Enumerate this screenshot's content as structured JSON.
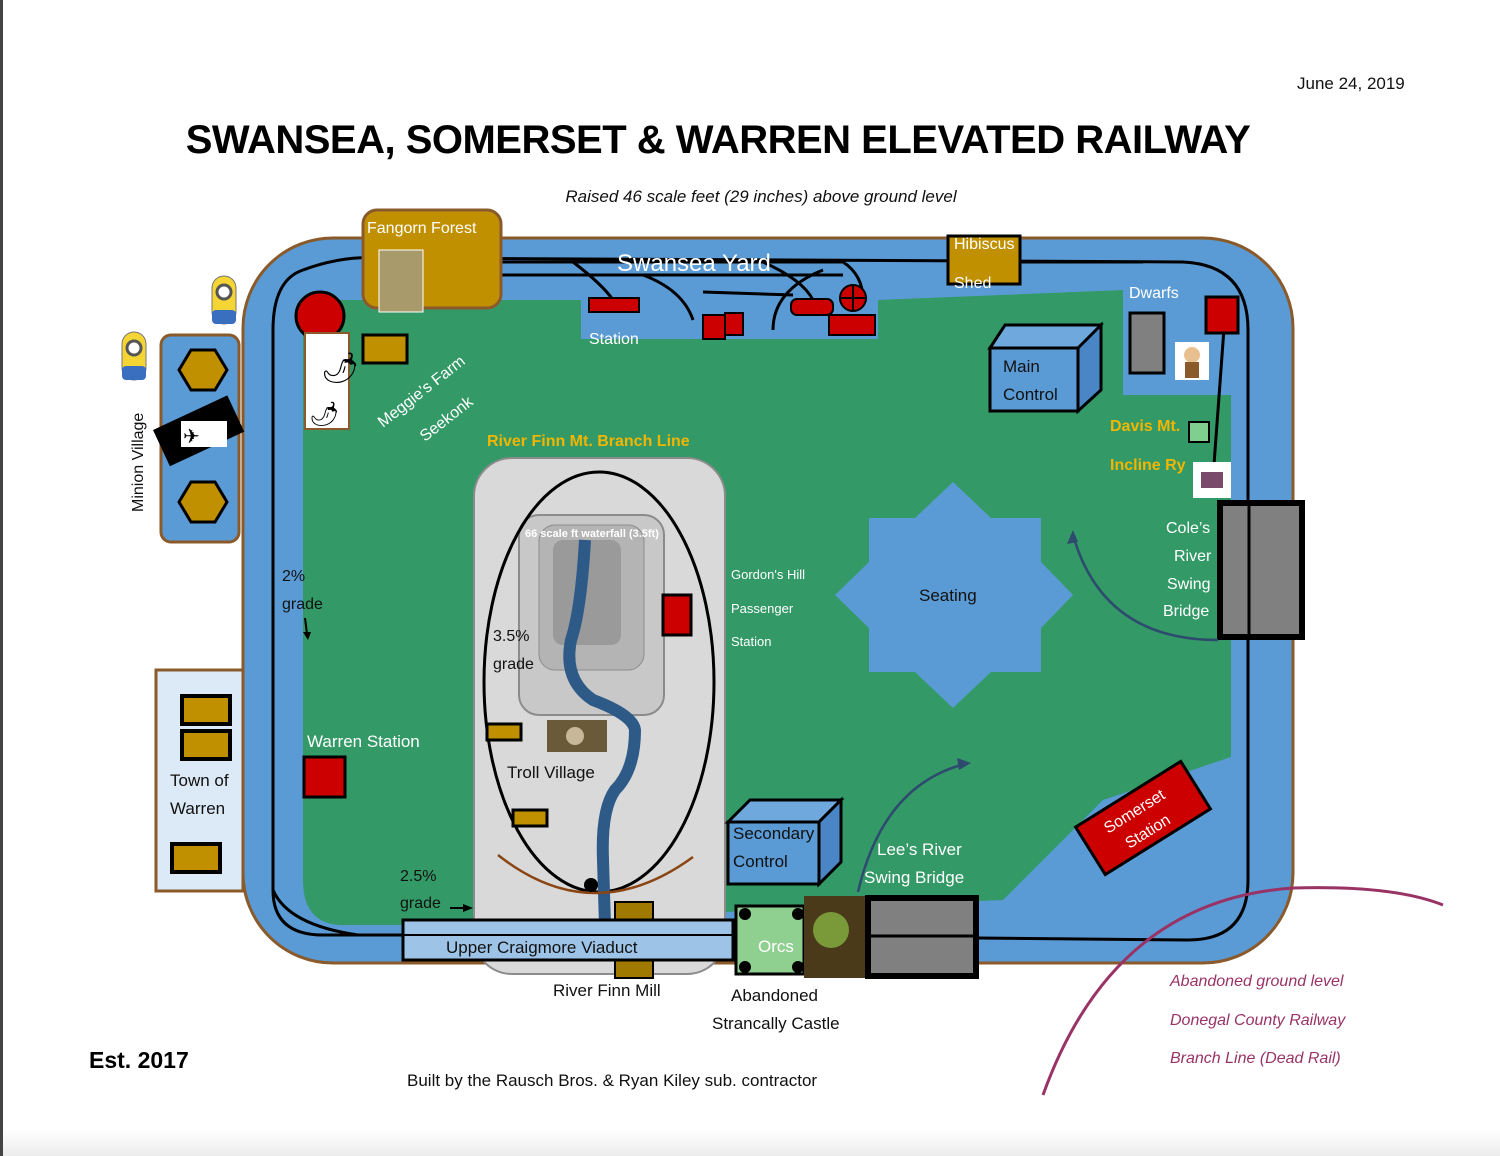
{
  "header": {
    "date": "June 24, 2019",
    "title": "SWANSEA, SOMERSET & WARREN ELEVATED RAILWAY",
    "subtitle": "Raised 46 scale feet (29 inches) above ground level"
  },
  "footer": {
    "established": "Est. 2017",
    "credit": "Built by the Rausch Bros. & Ryan Kiley sub. contractor"
  },
  "labels": {
    "fangorn_forest": "Fangorn Forest",
    "swansea_yard": "Swansea Yard",
    "hibiscus_shed_1": "Hibiscus",
    "hibiscus_shed_2": "Shed",
    "station": "Station",
    "dwarfs": "Dwarfs",
    "main_control_1": "Main",
    "main_control_2": "Control",
    "davis_mt": "Davis Mt.",
    "incline_ry": "Incline Ry",
    "meggies_farm": "Meggie’s Farm",
    "seekonk": "Seekonk",
    "minion_village": "Minion Village",
    "branch_line": "River Finn Mt. Branch Line",
    "waterfall": "66 scale ft waterfall (3.5ft)",
    "gordons_hill_1": "Gordon's Hill",
    "gordons_hill_2": "Passenger",
    "gordons_hill_3": "Station",
    "seating": "Seating",
    "coles_1": "Cole’s",
    "coles_2": "River",
    "coles_3": "Swing",
    "coles_4": "Bridge",
    "grade_2_num": "2%",
    "grade_2_word": "grade",
    "grade_35_num": "3.5%",
    "grade_35_word": "grade",
    "warren_station": "Warren Station",
    "troll_village": "Troll Village",
    "town_of_warren_1": "Town of",
    "town_of_warren_2": "Warren",
    "secondary_control_1": "Secondary",
    "secondary_control_2": "Control",
    "lees_bridge_1": "Lee’s River",
    "lees_bridge_2": "Swing Bridge",
    "somerset_station_1": "Somerset",
    "somerset_station_2": "Station",
    "grade_25_num": "2.5%",
    "grade_25_word": "grade",
    "viaduct": "Upper Craigmore Viaduct",
    "orcs": "Orcs",
    "river_finn_mill": "River Finn Mill",
    "abandoned_castle_1": "Abandoned",
    "abandoned_castle_2": "Strancally Castle",
    "dead_rail_1": "Abandoned ground level",
    "dead_rail_2": "Donegal County Railway",
    "dead_rail_3": "Branch Line  (Dead Rail)"
  },
  "colors": {
    "water_blue": "#5b9bd5",
    "border_brown": "#8b5a2b",
    "grass_green": "#339966",
    "station_red": "#cc0000",
    "building_gold": "#c09000",
    "track_black": "#000000",
    "mountain_grey": "#d9d9d9",
    "river_navy": "#2e5a88",
    "dead_rail_purple": "#993366",
    "label_gold": "#f2b600"
  }
}
